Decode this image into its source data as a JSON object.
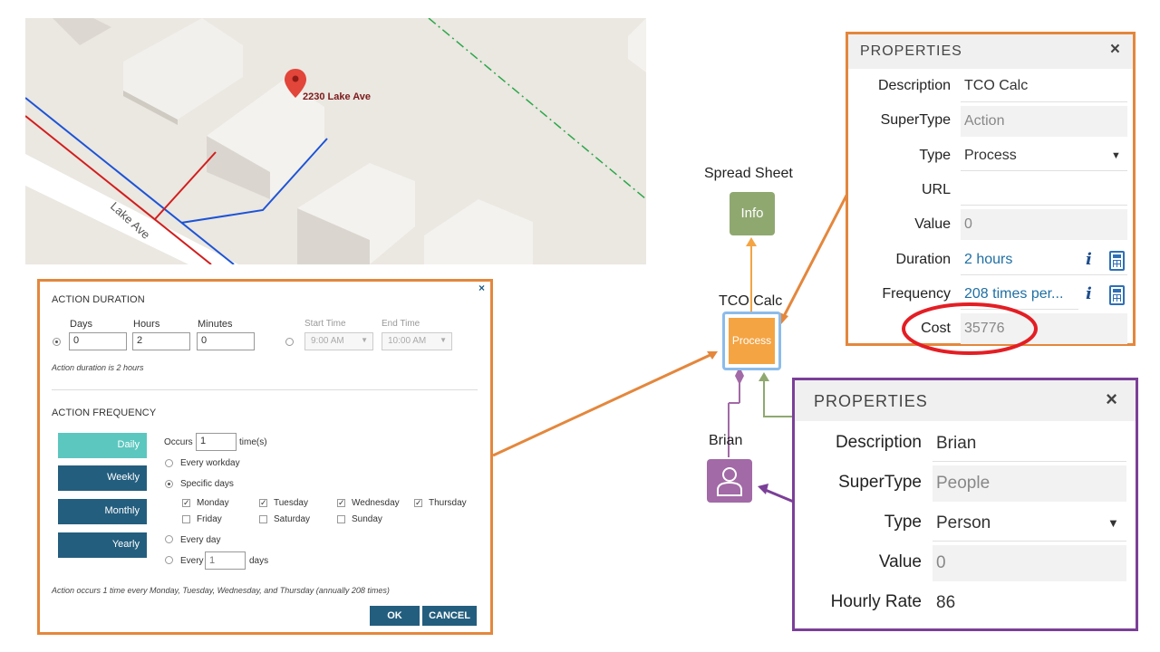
{
  "map": {
    "marker_label": "2230 Lake Ave",
    "street_label": "Lake Ave"
  },
  "dialog": {
    "duration_title": "ACTION DURATION",
    "days_label": "Days",
    "hours_label": "Hours",
    "minutes_label": "Minutes",
    "days_value": "0",
    "hours_value": "2",
    "minutes_value": "0",
    "start_time_label": "Start Time",
    "end_time_label": "End Time",
    "start_time_value": "9:00 AM",
    "end_time_value": "10:00 AM",
    "duration_note": "Action duration is 2 hours",
    "frequency_title": "ACTION FREQUENCY",
    "freq_buttons": [
      "Daily",
      "Weekly",
      "Monthly",
      "Yearly"
    ],
    "occurs_label": "Occurs",
    "occurs_value": "1",
    "times_label": "time(s)",
    "every_workday_label": "Every workday",
    "specific_days_label": "Specific days",
    "days": {
      "monday": "Monday",
      "tuesday": "Tuesday",
      "wednesday": "Wednesday",
      "thursday": "Thursday",
      "friday": "Friday",
      "saturday": "Saturday",
      "sunday": "Sunday"
    },
    "every_day_label": "Every day",
    "every_label": "Every",
    "every_n_placeholder": "1",
    "days_suffix": "days",
    "frequency_note": "Action occurs 1 time every Monday, Tuesday, Wednesday, and Thursday (annually 208 times)",
    "ok_label": "OK",
    "cancel_label": "CANCEL",
    "close_glyph": "×"
  },
  "diagram": {
    "spreadsheet_label": "Spread Sheet",
    "info_node_text": "Info",
    "tco_label": "TCO Calc",
    "process_node_text": "Process",
    "brian_label": "Brian"
  },
  "panel_tco": {
    "title": "PROPERTIES",
    "close_glyph": "×",
    "rows": {
      "description": {
        "key": "Description",
        "value": "TCO Calc"
      },
      "supertype": {
        "key": "SuperType",
        "value": "Action"
      },
      "type": {
        "key": "Type",
        "value": "Process"
      },
      "url": {
        "key": "URL",
        "value": ""
      },
      "value": {
        "key": "Value",
        "value": "0"
      },
      "duration": {
        "key": "Duration",
        "value": "2 hours"
      },
      "frequency": {
        "key": "Frequency",
        "value": "208 times per..."
      },
      "cost": {
        "key": "Cost",
        "value": "35776"
      }
    }
  },
  "panel_brian": {
    "title": "PROPERTIES",
    "close_glyph": "×",
    "rows": {
      "description": {
        "key": "Description",
        "value": "Brian"
      },
      "supertype": {
        "key": "SuperType",
        "value": "People"
      },
      "type": {
        "key": "Type",
        "value": "Person"
      },
      "value": {
        "key": "Value",
        "value": "0"
      },
      "hourly_rate": {
        "key": "Hourly Rate",
        "value": "86"
      }
    }
  },
  "colors": {
    "orange": "#e4873c",
    "purple": "#7b3f98",
    "red_highlight": "#e31e24",
    "green": "#8fa870",
    "button_blue": "#245e7e",
    "active_teal": "#5cc7bf"
  }
}
